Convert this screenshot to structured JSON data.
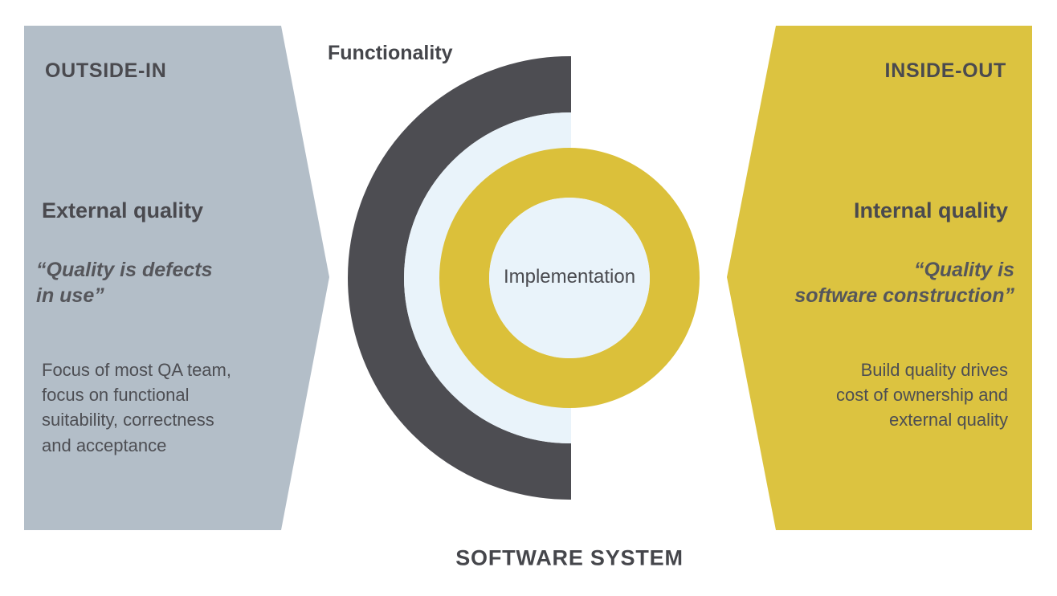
{
  "colors": {
    "background": "#ffffff",
    "panel_left_fill": "#b3bec8",
    "panel_right_fill": "#dcc340",
    "ring_outer_dark": "#4d4d52",
    "ring_light_blue": "#e9f3fa",
    "ring_yellow": "#dbc03a",
    "core_fill": "#e9f3fa",
    "text_dark": "#4a4a4f"
  },
  "labels": {
    "functionality": "Functionality",
    "implementation": "Implementation",
    "software_system": "SOFTWARE SYSTEM"
  },
  "panels": {
    "left": {
      "kicker": "OUTSIDE-IN",
      "heading": "External quality",
      "quote": "“Quality is defects\nin use”",
      "body": "Focus of most QA team,\nfocus on functional\nsuitability, correctness\nand acceptance"
    },
    "right": {
      "kicker": "INSIDE-OUT",
      "heading": "Internal quality",
      "quote": "“Quality is\nsoftware construction”",
      "body": "Build quality drives\ncost of ownership and\nexternal quality"
    }
  },
  "chart_data": {
    "type": "diagram",
    "title": "SOFTWARE SYSTEM",
    "description": "Concentric half-ring model of a software system flanked by two arrow panels contrasting outside-in external quality with inside-out internal quality.",
    "rings": [
      {
        "name": "Functionality",
        "color": "#4d4d52",
        "order": 1,
        "label_position": "top-left-outside"
      },
      {
        "name": "separator",
        "color": "#e9f3fa",
        "order": 2,
        "label_position": "none"
      },
      {
        "name": "build-ring",
        "color": "#dbc03a",
        "order": 3,
        "label_position": "none"
      },
      {
        "name": "Implementation",
        "color": "#e9f3fa",
        "order": 4,
        "label_position": "center"
      }
    ],
    "arrows": [
      {
        "name": "OUTSIDE-IN",
        "direction": "right",
        "color": "#b3bec8"
      },
      {
        "name": "INSIDE-OUT",
        "direction": "left",
        "color": "#dcc340"
      }
    ]
  }
}
